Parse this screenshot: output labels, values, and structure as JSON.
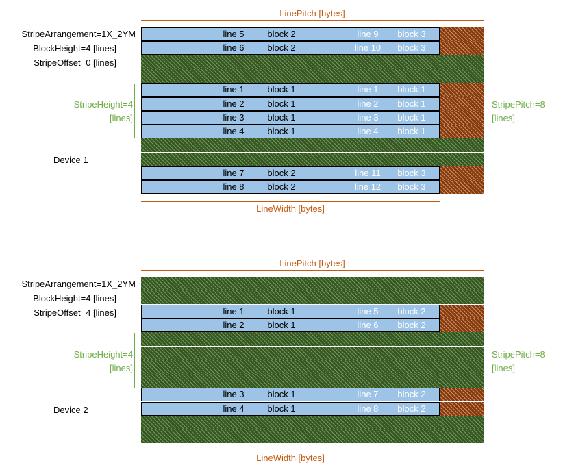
{
  "colors": {
    "label_orange": "#c55a11",
    "label_green": "#70ad47",
    "used_row": "#9dc3e6",
    "unused_row": "#375623",
    "padding": "#843c0c"
  },
  "device1": {
    "line_pitch": "LinePitch [bytes]",
    "line_width": "LineWidth [bytes]",
    "stripe_arrangement": "StripeArrangement=1X_2YM",
    "block_height": "BlockHeight=4 [lines]",
    "stripe_offset": "StripeOffset=0 [lines]",
    "stripe_height_1": "StripeHeight=4",
    "stripe_height_2": "[lines]",
    "stripe_pitch_1": "StripePitch=8",
    "stripe_pitch_2": "[lines]",
    "device_label": "Device 1",
    "rows": [
      {
        "type": "used",
        "c1": "line 5",
        "c2": "block 2",
        "c3": "line 9",
        "c4": "block 3"
      },
      {
        "type": "used",
        "c1": "line 6",
        "c2": "block 2",
        "c3": "line 10",
        "c4": "block 3"
      },
      {
        "type": "empty"
      },
      {
        "type": "empty"
      },
      {
        "type": "used",
        "c1": "line 1",
        "c2": "block 1",
        "c3": "line 1",
        "c4": "block 1"
      },
      {
        "type": "used",
        "c1": "line 2",
        "c2": "block 1",
        "c3": "line 2",
        "c4": "block 1"
      },
      {
        "type": "used",
        "c1": "line 3",
        "c2": "block 1",
        "c3": "line 3",
        "c4": "block 1"
      },
      {
        "type": "used",
        "c1": "line 4",
        "c2": "block 1",
        "c3": "line 4",
        "c4": "block 1"
      },
      {
        "type": "empty"
      },
      {
        "type": "empty"
      },
      {
        "type": "used",
        "c1": "line 7",
        "c2": "block 2",
        "c3": "line 11",
        "c4": "block 3"
      },
      {
        "type": "used",
        "c1": "line 8",
        "c2": "block 2",
        "c3": "line 12",
        "c4": "block 3"
      }
    ]
  },
  "device2": {
    "line_pitch": "LinePitch [bytes]",
    "line_width": "LineWidth [bytes]",
    "stripe_arrangement": "StripeArrangement=1X_2YM",
    "block_height": "BlockHeight=4 [lines]",
    "stripe_offset": "StripeOffset=4 [lines]",
    "stripe_height_1": "StripeHeight=4",
    "stripe_height_2": "[lines]",
    "stripe_pitch_1": "StripePitch=8",
    "stripe_pitch_2": "[lines]",
    "device_label": "Device 2",
    "rows": [
      {
        "type": "empty"
      },
      {
        "type": "empty"
      },
      {
        "type": "used",
        "c1": "line 1",
        "c2": "block 1",
        "c3": "line 5",
        "c4": "block 2"
      },
      {
        "type": "used",
        "c1": "line 2",
        "c2": "block 1",
        "c3": "line 6",
        "c4": "block 2"
      },
      {
        "type": "empty"
      },
      {
        "type": "empty"
      },
      {
        "type": "empty"
      },
      {
        "type": "empty"
      },
      {
        "type": "used",
        "c1": "line 3",
        "c2": "block 1",
        "c3": "line 7",
        "c4": "block 2"
      },
      {
        "type": "used",
        "c1": "line 4",
        "c2": "block 1",
        "c3": "line 8",
        "c4": "block 2"
      },
      {
        "type": "empty"
      },
      {
        "type": "empty"
      }
    ]
  }
}
